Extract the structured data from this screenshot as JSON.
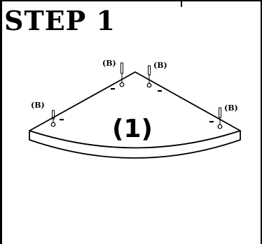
{
  "step": {
    "title": "STEP 1"
  },
  "diagram": {
    "part_label": "(1)",
    "screw_label": "(B)",
    "screws": [
      {
        "label": "(B)"
      },
      {
        "label": "(B)"
      },
      {
        "label": "(B)"
      },
      {
        "label": "(B)"
      }
    ]
  }
}
